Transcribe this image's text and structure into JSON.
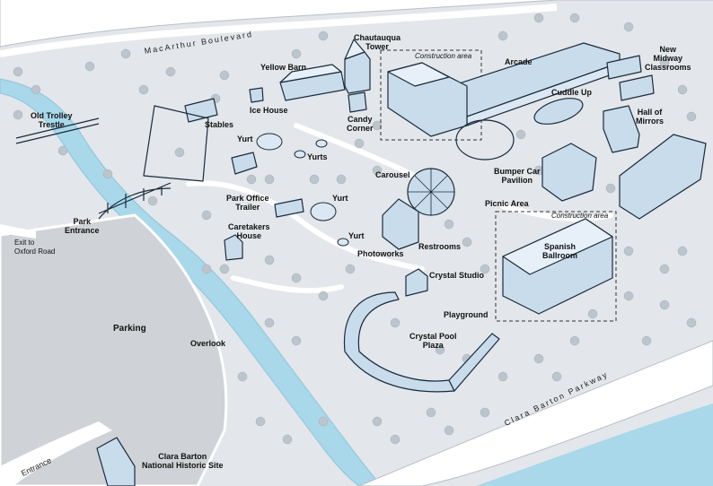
{
  "colors": {
    "background": "#e3e6ea",
    "road": "#ffffff",
    "water": "#a8d8ea",
    "building_fill": "#c9dcec",
    "building_stroke": "#1a2b3c",
    "tree": "#bcc4cc",
    "parking": "#cfd2d6",
    "construction_box": "#333333"
  },
  "roads": {
    "macarthur": "MacArthur  Boulevard",
    "clara_barton": "Clara  Barton  Parkway",
    "exit": "Exit to\nOxford Road",
    "entrance": "Entrance"
  },
  "labels": {
    "chautauqua_tower": "Chautauqua\nTower",
    "construction_area_1": "Construction area",
    "arcade": "Arcade",
    "new_midway": "New\nMidway\nClassrooms",
    "yellow_barn": "Yellow Barn",
    "cuddle_up": "Cuddle Up",
    "ice_house": "Ice House",
    "hall_of_mirrors": "Hall of\nMirrors",
    "old_trolley": "Old Trolley\nTrestle",
    "stables": "Stables",
    "candy_corner": "Candy\nCorner",
    "yurt_1": "Yurt",
    "yurts": "Yurts",
    "bumper_car": "Bumper Car\nPavilion",
    "carousel": "Carousel",
    "park_office": "Park Office\nTrailer",
    "yurt_2": "Yurt",
    "picnic_area": "Picnic Area",
    "construction_area_2": "Construction area",
    "park_entrance": "Park\nEntrance",
    "caretakers": "Caretakers\nHouse",
    "restrooms": "Restrooms",
    "yurt_3": "Yurt",
    "spanish_ballroom": "Spanish\nBallroom",
    "photoworks": "Photoworks",
    "crystal_studio": "Crystal Studio",
    "playground": "Playground",
    "parking": "Parking",
    "overlook": "Overlook",
    "crystal_pool": "Crystal Pool\nPlaza",
    "clara_barton_site": "Clara Barton\nNational Historic Site"
  }
}
